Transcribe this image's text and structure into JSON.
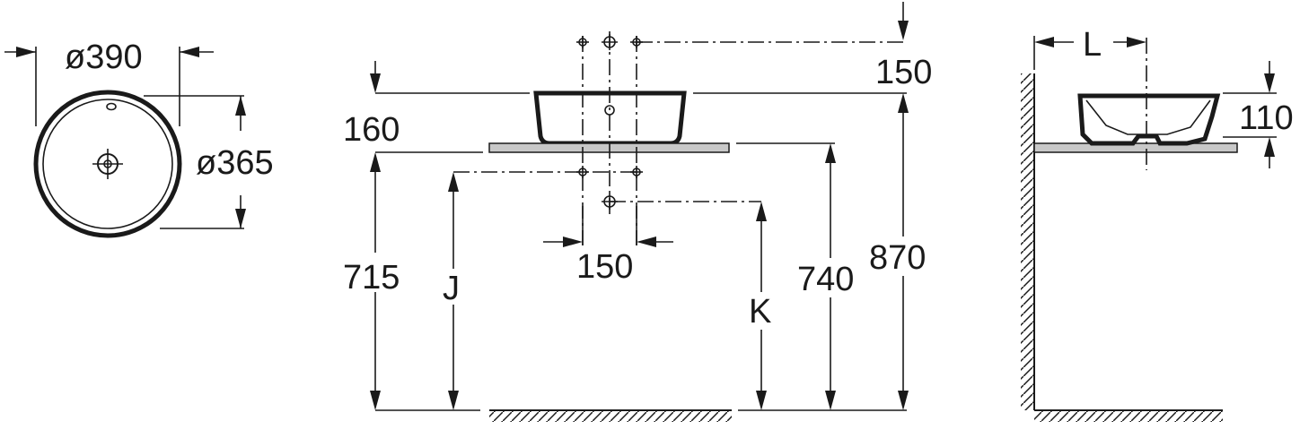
{
  "top_view": {
    "outer_diameter_label": "ø390",
    "inner_diameter_label": "ø365"
  },
  "front_view": {
    "tap_spacing_top_label": "150",
    "basin_height_label": "160",
    "counter_height_label": "715",
    "dimension_j_label": "J",
    "tap_spacing_bottom_label": "150",
    "dimension_k_label": "K",
    "counter_top_height_label": "740",
    "basin_rim_height_label": "870"
  },
  "side_view": {
    "dimension_l_label": "L",
    "bowl_height_label": "110"
  }
}
